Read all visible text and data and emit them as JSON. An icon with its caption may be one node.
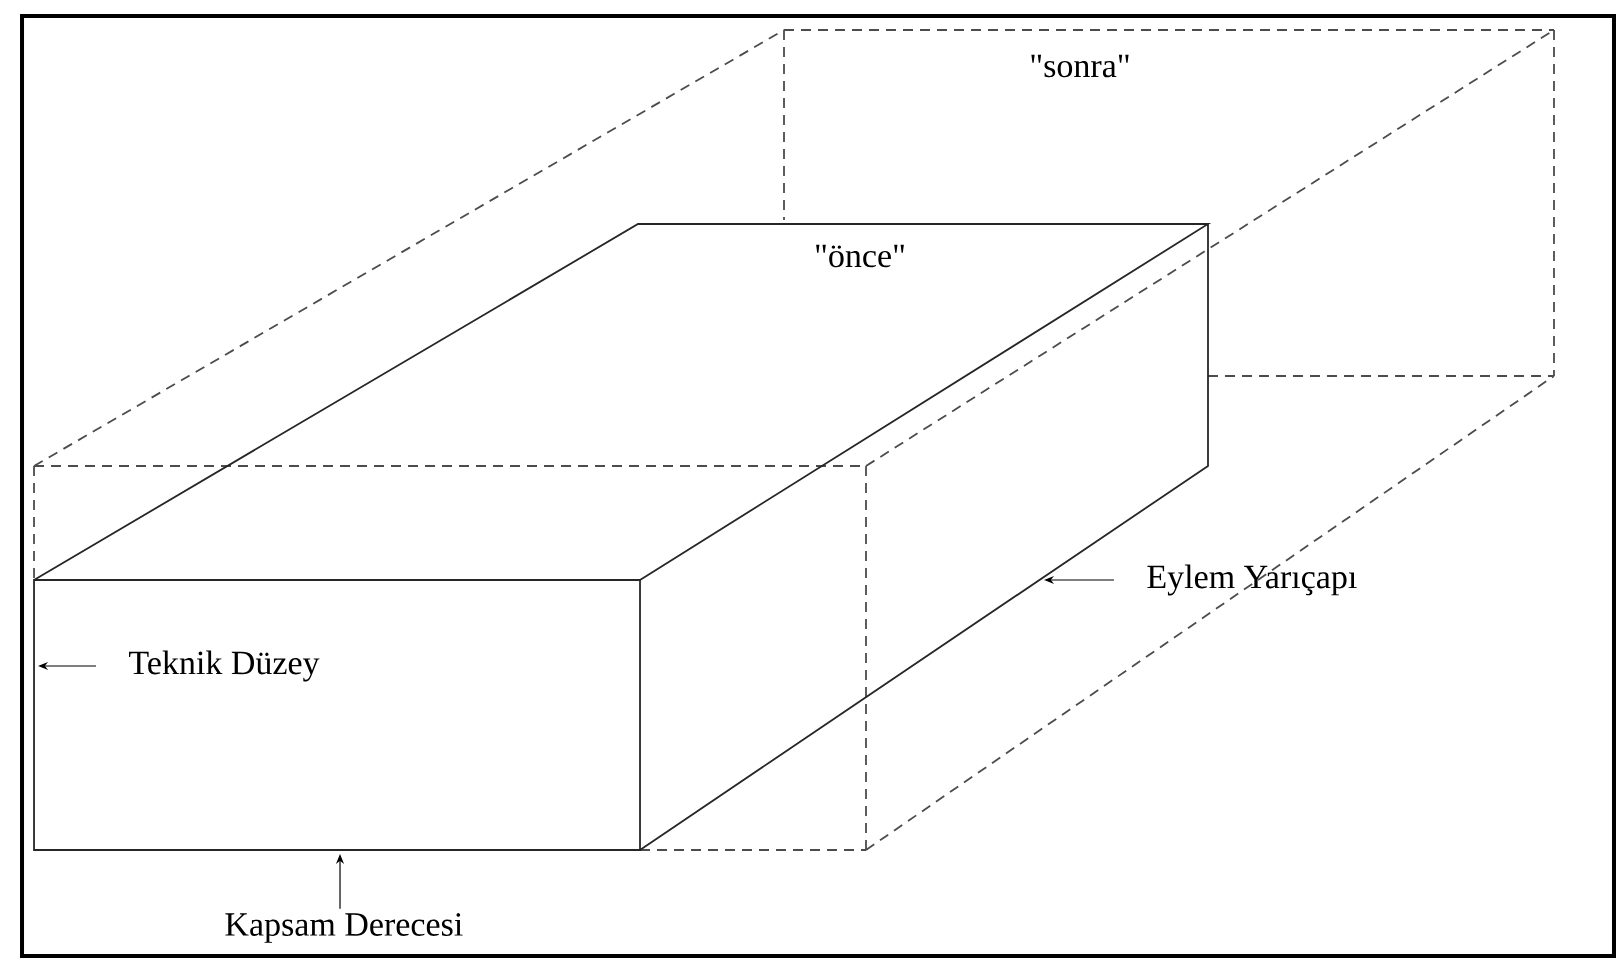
{
  "diagram": {
    "nodes": [
      {
        "text": [
          "Teknik Düzey"
        ]
      },
      {
        "text": [
          "Kapsam Derecesi"
        ]
      },
      {
        "text": [
          "Eylem Yarıçapı"
        ]
      }
    ],
    "edges": [
      {
        "from": 0,
        "to": null,
        "arrow": "to"
      },
      {
        "from": 1,
        "to": null,
        "arrow": "to"
      },
      {
        "from": 2,
        "to": null,
        "arrow": "to"
      }
    ],
    "labels": [
      "\"sonra\"",
      "\"önce\""
    ]
  }
}
